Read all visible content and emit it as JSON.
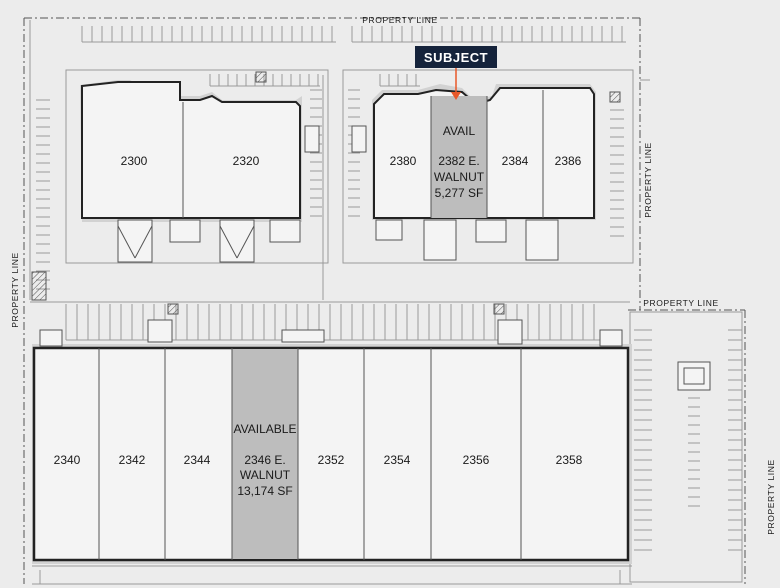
{
  "subject": {
    "label": "SUBJECT",
    "box_color": "#15233b",
    "text_color": "#e8582a",
    "arrow_color": "#e8582a"
  },
  "property_line_labels": {
    "top": "PROPERTY LINE",
    "left": "PROPERTY LINE",
    "right_upper": "PROPERTY LINE",
    "middle_right": "PROPERTY LINE",
    "right_lower": "PROPERTY LINE"
  },
  "buildings": {
    "north_west": {
      "units": [
        {
          "number": "2300",
          "available": false
        },
        {
          "number": "2320",
          "available": false
        }
      ]
    },
    "north_east": {
      "units": [
        {
          "number": "2380",
          "available": false
        },
        {
          "number": "2382",
          "available": true,
          "status": "AVAIL",
          "address_line1": "2382 E.",
          "address_line2": "WALNUT",
          "size": "5,277 SF"
        },
        {
          "number": "2384",
          "available": false
        },
        {
          "number": "2386",
          "available": false
        }
      ]
    },
    "south": {
      "units": [
        {
          "number": "2340",
          "available": false
        },
        {
          "number": "2342",
          "available": false
        },
        {
          "number": "2344",
          "available": false
        },
        {
          "number": "2346",
          "available": true,
          "status": "AVAILABLE",
          "address_line1": "2346 E.",
          "address_line2": "WALNUT",
          "size": "13,174 SF"
        },
        {
          "number": "2352",
          "available": false
        },
        {
          "number": "2354",
          "available": false
        },
        {
          "number": "2356",
          "available": false
        },
        {
          "number": "2358",
          "available": false
        }
      ]
    }
  },
  "colors": {
    "background": "#ececec",
    "unit_fill": "#f4f4f4",
    "building_outline": "#222222",
    "available_fill": "#bdbdbd",
    "setback": "#d2d2d2",
    "linework": "#9a9a9a"
  }
}
